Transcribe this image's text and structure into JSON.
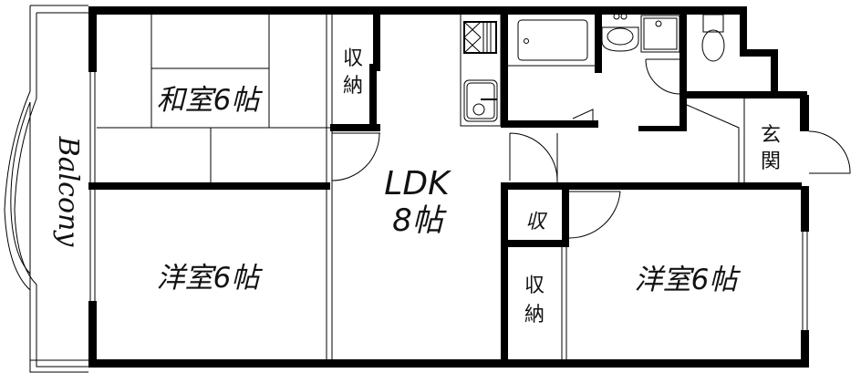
{
  "floor_plan": {
    "rooms": {
      "washitsu": {
        "label": "和室6帖",
        "type": "Japanese-style room",
        "size_jo": 6
      },
      "ldk": {
        "label_line1": "LDK",
        "label_line2": "8帖",
        "size_jo": 8
      },
      "yoshitsu_left": {
        "label": "洋室6帖",
        "type": "Western-style room",
        "size_jo": 6
      },
      "yoshitsu_right": {
        "label": "洋室6帖",
        "type": "Western-style room",
        "size_jo": 6
      },
      "closet_top": {
        "label_line1": "収",
        "label_line2": "納"
      },
      "closet_small": {
        "label": "収"
      },
      "closet_bottom": {
        "label_line1": "収",
        "label_line2": "納"
      },
      "entrance": {
        "label_line1": "玄",
        "label_line2": "関"
      },
      "balcony": {
        "label": "Balcony"
      }
    },
    "fixtures": [
      "stove-icon",
      "kitchen-sink-icon",
      "bathtub-icon",
      "washbasin-icon",
      "washing-machine-pan-icon",
      "toilet-icon"
    ],
    "colors": {
      "wall": "#000000",
      "background": "#ffffff",
      "text": "#111111"
    }
  }
}
